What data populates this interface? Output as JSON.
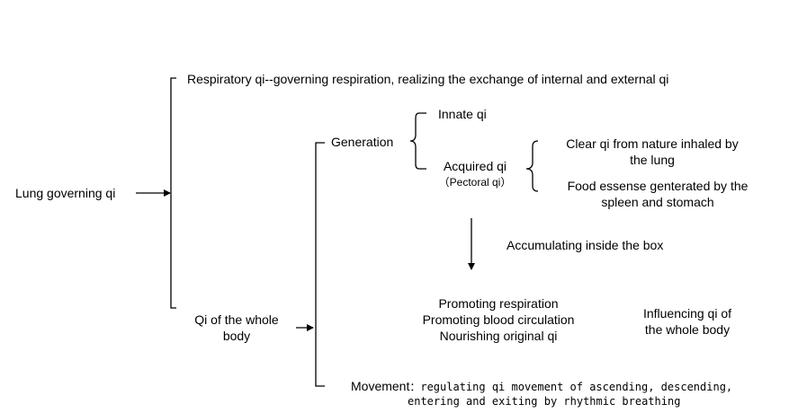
{
  "root": "Lung governing qi",
  "respiratory": "Respiratory qi--governing respiration, realizing the exchange of internal and external qi",
  "whole_body": {
    "line1": "Qi of the whole",
    "line2": "body"
  },
  "generation": "Generation",
  "innate": "Innate qi",
  "acquired": {
    "line1": "Acquired qi",
    "line2": "（Pectoral qi）"
  },
  "clear_qi": {
    "line1": "Clear qi from nature inhaled by",
    "line2": "the lung"
  },
  "food": {
    "line1": "Food essense genterated by the",
    "line2": "spleen and stomach"
  },
  "accumulating": "Accumulating inside the box",
  "functions": [
    "Promoting respiration",
    "Promoting blood circulation",
    "Nourishing original qi"
  ],
  "influencing": {
    "line1": "Influencing qi of",
    "line2": "the whole body"
  },
  "movement": {
    "label": "Movement",
    "line1": "：regulating qi movement of ascending, descending,",
    "line2": "entering and exiting by rhythmic breathing"
  }
}
